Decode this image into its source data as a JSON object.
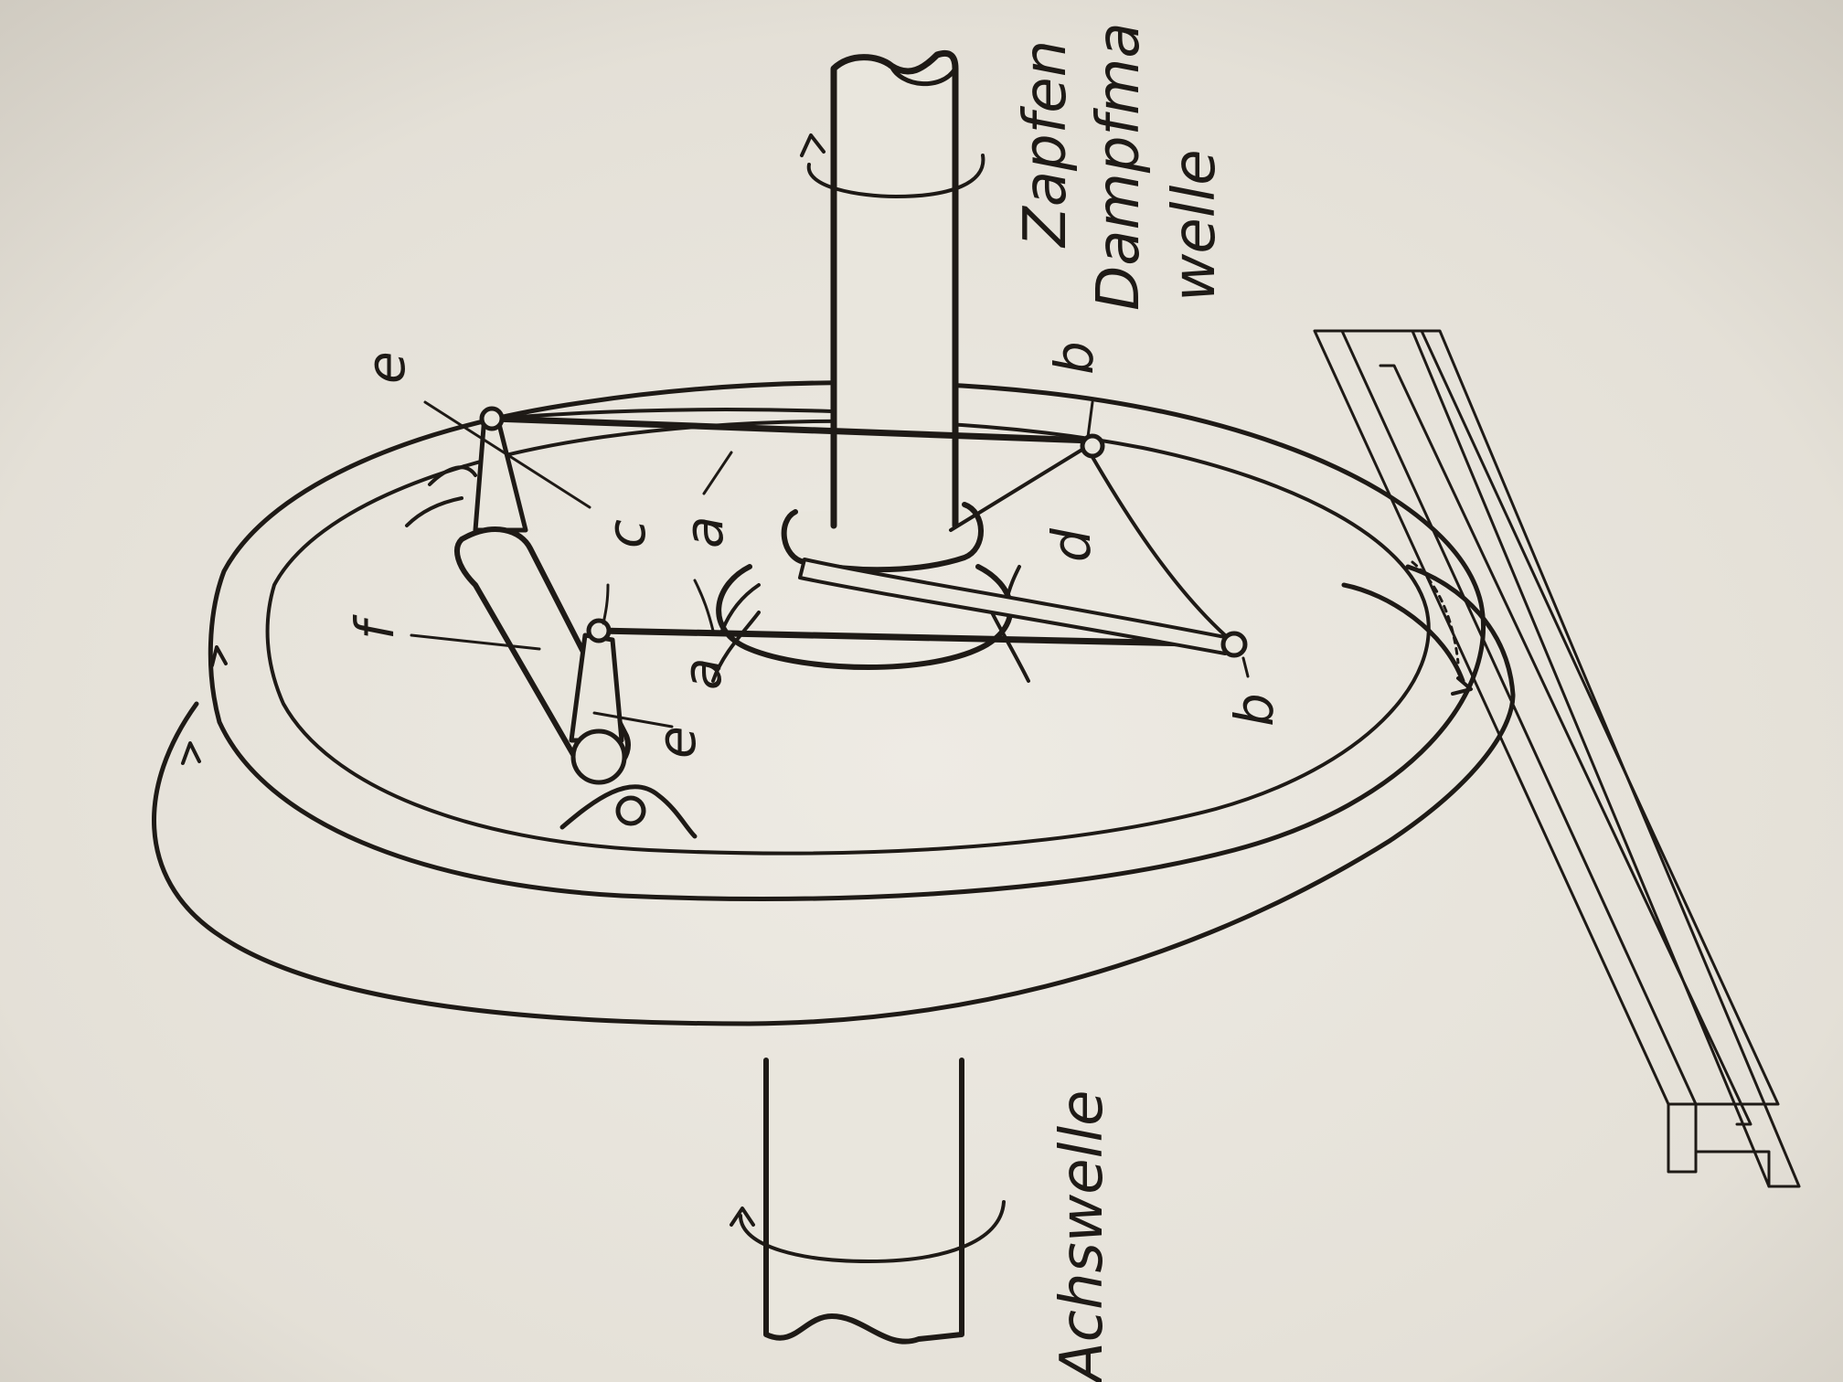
{
  "diagram": {
    "labels": {
      "zapfen": "Zapfen",
      "dampfma": "Dampfma",
      "welle": "welle",
      "achswelle": "Achswelle",
      "a1": "a",
      "a2": "a",
      "b1": "b",
      "b2": "b",
      "c": "c",
      "d": "d",
      "e1": "e",
      "e2": "e",
      "f": "f"
    }
  }
}
